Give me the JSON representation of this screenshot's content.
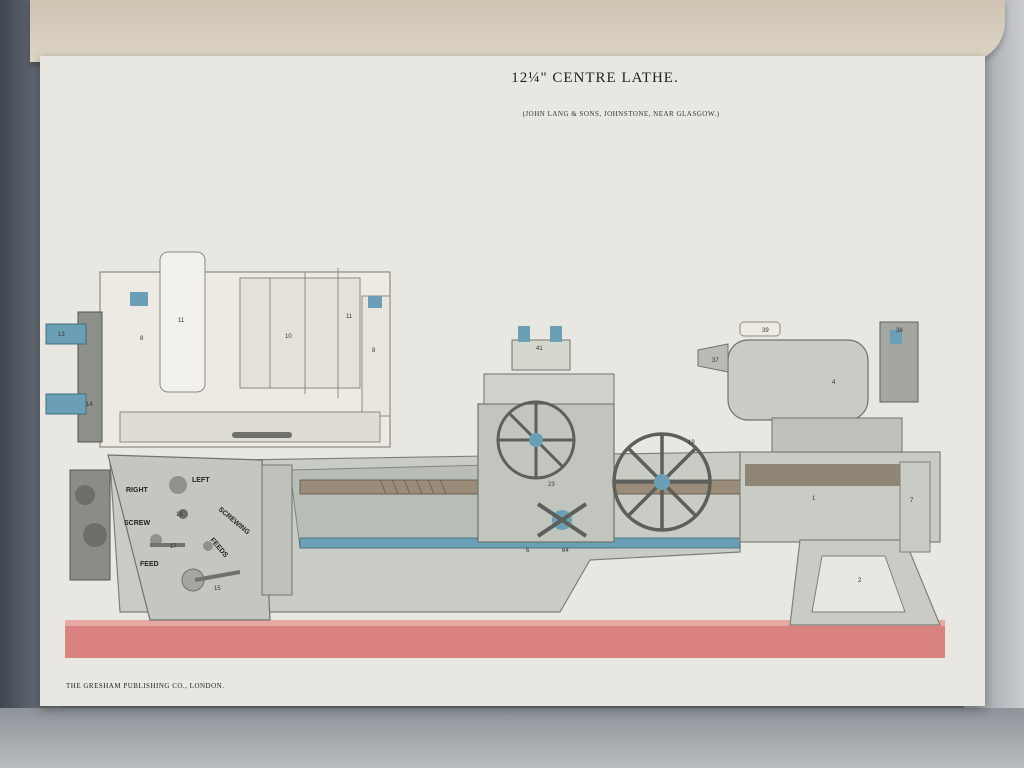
{
  "plate": {
    "title": "12¼\" CENTRE LATHE.",
    "subtitle": "(JOHN LANG & SONS, JOHNSTONE, NEAR GLASGOW.)",
    "publisher": "THE GRESHAM PUBLISHING CO., LONDON."
  },
  "gearbox_labels": {
    "right": "RIGHT",
    "left": "LEFT",
    "screw": "SCREW",
    "feed": "FEED",
    "screwing": "SCREWING",
    "feeds": "FEEDS"
  },
  "part_numbers": [
    "13",
    "8",
    "11",
    "10",
    "11",
    "8",
    "14",
    "41",
    "39",
    "38",
    "37",
    "4",
    "19",
    "23",
    "1",
    "7",
    "2",
    "6",
    "64",
    "16",
    "17",
    "15"
  ],
  "colors": {
    "paper": "#e9e7e2",
    "machine_body": "#c9ccc4",
    "headstock": "#eceae2",
    "accent_blue": "#6a9fb5",
    "floor_red": "#d9827f"
  }
}
